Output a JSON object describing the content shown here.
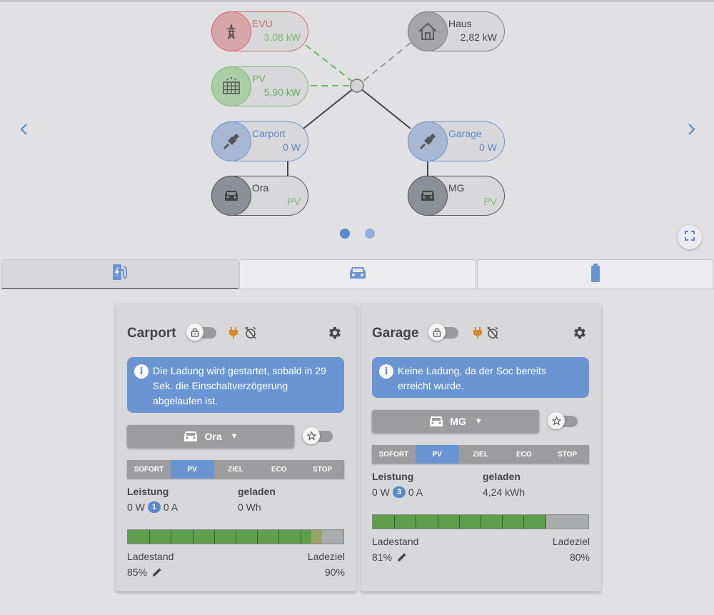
{
  "flow": {
    "evu": {
      "name": "EVU",
      "value": "3,08 kW"
    },
    "pv": {
      "name": "PV",
      "value": "5,90 kW"
    },
    "haus": {
      "name": "Haus",
      "value": "2,82 kW"
    },
    "carport": {
      "name": "Carport",
      "value": "0 W"
    },
    "garage": {
      "name": "Garage",
      "value": "0 W"
    },
    "car1": {
      "name": "Ora",
      "mode": "PV"
    },
    "car2": {
      "name": "MG",
      "mode": "PV"
    }
  },
  "nav": {
    "prev_icon": "chevron-left-icon",
    "next_icon": "chevron-right-icon",
    "page": 1,
    "pages": 2
  },
  "tabs": [
    {
      "icon": "ev-station-icon",
      "active": true
    },
    {
      "icon": "car-icon",
      "active": false
    },
    {
      "icon": "battery-icon",
      "active": false
    }
  ],
  "colors": {
    "accent": "#6a95d2",
    "evu": "#d06a6a",
    "pv": "#68b060",
    "green_bar": "#5f9f4c",
    "plug": "#d38a2a"
  },
  "cards": [
    {
      "title": "Carport",
      "info": "Die Ladung wird gestartet, sobald in 29 Sek. die Einschaltverzögerung abgelaufen ist.",
      "vehicle": "Ora",
      "modes": [
        "SOFORT",
        "PV",
        "ZIEL",
        "ECO",
        "STOP"
      ],
      "active_mode": "PV",
      "leistung_label": "Leistung",
      "leistung_w": "0 W",
      "phases": "1",
      "leistung_a": "0 A",
      "geladen_label": "geladen",
      "geladen": "0 Wh",
      "soc_label": "Ladestand",
      "soc": "85%",
      "soc_value": 85,
      "target_label": "Ladeziel",
      "target": "90%",
      "target_value": 90
    },
    {
      "title": "Garage",
      "info": "Keine Ladung, da der Soc bereits erreicht wurde.",
      "vehicle": "MG",
      "modes": [
        "SOFORT",
        "PV",
        "ZIEL",
        "ECO",
        "STOP"
      ],
      "active_mode": "PV",
      "leistung_label": "Leistung",
      "leistung_w": "0 W",
      "phases": "3",
      "leistung_a": "0 A",
      "geladen_label": "geladen",
      "geladen": "4,24 kWh",
      "soc_label": "Ladestand",
      "soc": "81%",
      "soc_value": 81,
      "target_label": "Ladeziel",
      "target": "80%",
      "target_value": 80
    }
  ]
}
